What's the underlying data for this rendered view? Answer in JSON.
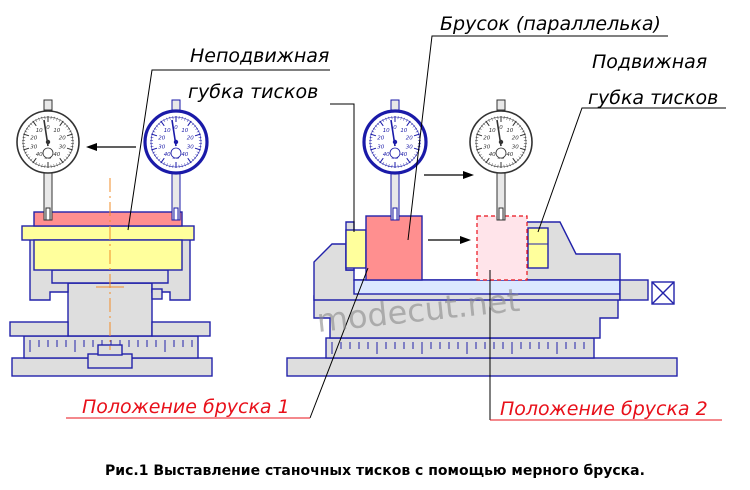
{
  "labels": {
    "fixed_jaw_line1": "Неподвижная",
    "fixed_jaw_line2": "губка тисков",
    "bar_title": "Брусок (параллелька)",
    "movable_jaw_line1": "Подвижная",
    "movable_jaw_line2": "губка тисков",
    "position_1": "Положение бруска 1",
    "position_2": "Положение бруска 2"
  },
  "watermark": "modecut.net",
  "caption": "Рис.1 Выставление станочных тисков с помощью мерного бруска.",
  "dial_numbers": [
    "0",
    "10",
    "20",
    "30",
    "40",
    "50",
    "40",
    "30",
    "20",
    "10"
  ],
  "colors": {
    "jaw_yellow": "#ffff9c",
    "bar_red": "#ff8f8f",
    "bar_pale": "#ffe4ea",
    "body_gray": "#dedede",
    "screw_blue": "#dce8ff",
    "outline": "#2222aa",
    "dial_active": "#1a1aa8",
    "label_red": "#e8101a"
  }
}
